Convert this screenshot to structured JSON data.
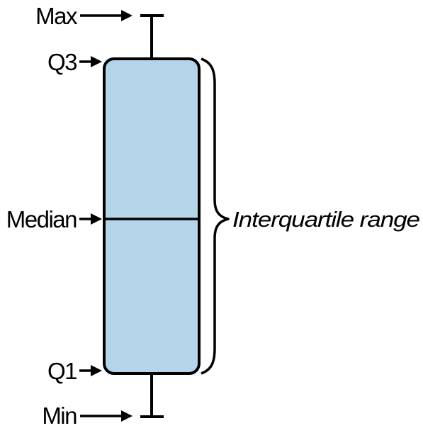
{
  "labels": {
    "max": "Max",
    "q3": "Q3",
    "median": "Median",
    "q1": "Q1",
    "min": "Min",
    "iqr": "Interquartile range"
  },
  "colors": {
    "box_fill": "#b4d4ea",
    "stroke": "#000000",
    "background": "#ffffff"
  },
  "icons": [
    "right-arrow-icon",
    "curly-brace-icon"
  ]
}
